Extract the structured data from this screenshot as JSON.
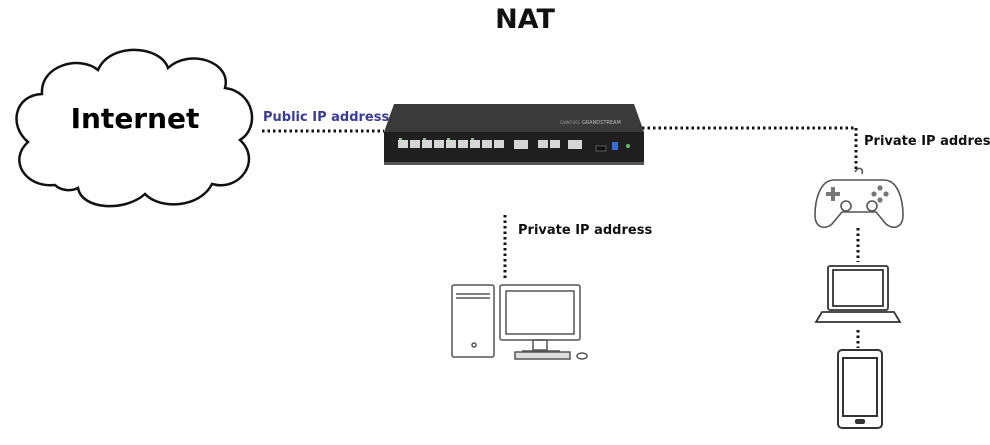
{
  "diagram": {
    "title": "NAT",
    "internet_label": "Internet",
    "public_ip_label": "Public IP address",
    "private_ip_label_pc": "Private IP address",
    "private_ip_label_right": "Private IP address",
    "router_brand": "GRANDSTREAM",
    "router_model": "GWN7001",
    "nodes": [
      "internet-cloud",
      "router",
      "desktop-computer",
      "game-controller",
      "laptop",
      "smartphone"
    ],
    "colors": {
      "public_label": "#3b3b9a",
      "line": "#111111",
      "router_body": "#2a2a2a"
    }
  }
}
